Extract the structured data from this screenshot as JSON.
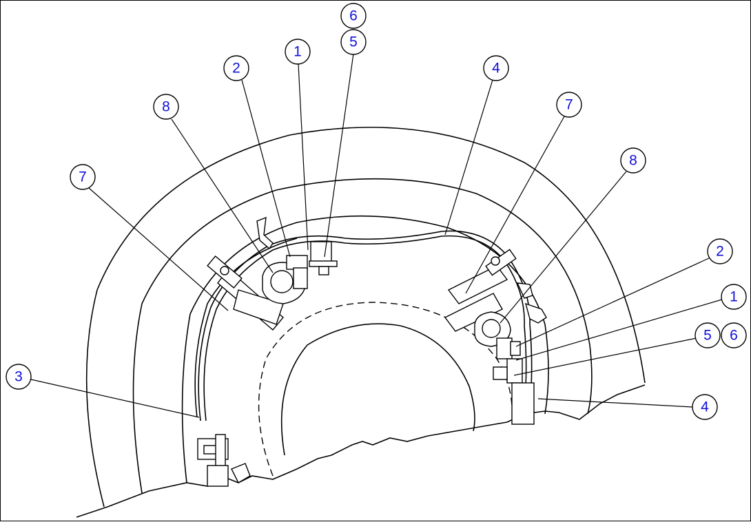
{
  "callouts": [
    {
      "id": "c6a",
      "label": "6"
    },
    {
      "id": "c5a",
      "label": "5"
    },
    {
      "id": "c1a",
      "label": "1"
    },
    {
      "id": "c2a",
      "label": "2"
    },
    {
      "id": "c8a",
      "label": "8"
    },
    {
      "id": "c7a",
      "label": "7"
    },
    {
      "id": "c4a",
      "label": "4"
    },
    {
      "id": "c7b",
      "label": "7"
    },
    {
      "id": "c8b",
      "label": "8"
    },
    {
      "id": "c2b",
      "label": "2"
    },
    {
      "id": "c1b",
      "label": "1"
    },
    {
      "id": "c5b",
      "label": "5"
    },
    {
      "id": "c6b",
      "label": "6"
    },
    {
      "id": "c3a",
      "label": "3"
    },
    {
      "id": "c4b",
      "label": "4"
    }
  ],
  "colors": {
    "callout_text": "#1010d8",
    "line": "#000000",
    "background": "#ffffff"
  }
}
